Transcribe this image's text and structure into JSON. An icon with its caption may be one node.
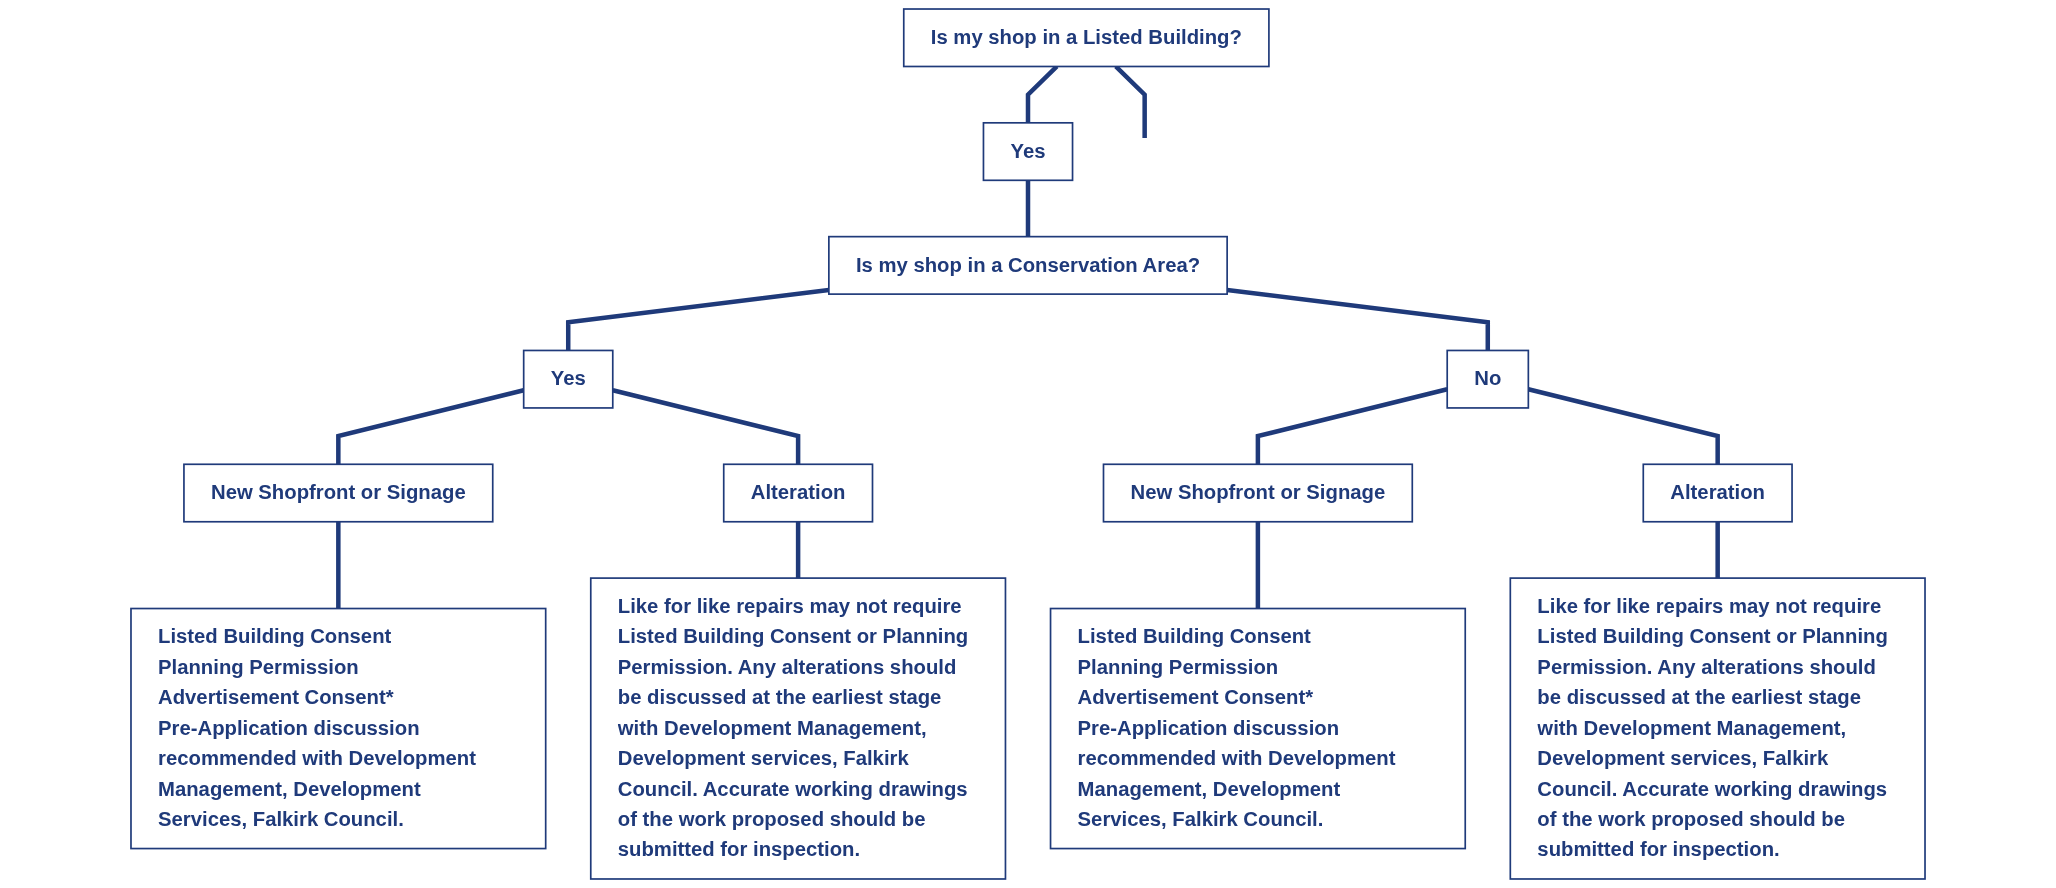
{
  "diagram": {
    "nodes": [
      {
        "text": [
          "Is my shop in a Listed Building?"
        ]
      },
      {
        "text": [
          "Is my shop in a Conservation Area?"
        ]
      },
      {
        "text": [
          "Yes"
        ]
      },
      {
        "text": [
          "Yes"
        ]
      },
      {
        "text": [
          "No"
        ]
      },
      {
        "text": [
          "New Shopfront or Signage"
        ]
      },
      {
        "text": [
          "Alteration"
        ]
      },
      {
        "text": [
          "New Shopfront or Signage"
        ]
      },
      {
        "text": [
          "Alteration"
        ]
      },
      {
        "text": [
          "Listed Building Consent",
          "Planning Permission",
          "Advertisement Consent*",
          "Pre-Application discussion recommended with Development Management, Development Services, Falkirk Council."
        ]
      },
      {
        "text": [
          "Like for like repairs may not require Listed Building Consent or Planning Permission. Any alterations should be discussed at the earliest stage with Development Management, Development services, Falkirk Council. Accurate working drawings of the work proposed should be submitted for inspection."
        ]
      },
      {
        "text": [
          "Listed Building Consent",
          "Planning Permission",
          "Advertisement Consent*",
          "Pre-Application discussion recommended with Development Management, Development Services, Falkirk Council."
        ]
      },
      {
        "text": [
          "Like for like repairs may not require Listed Building Consent or Planning Permission. Any alterations should be discussed at the earliest stage with Development Management, Development services, Falkirk Council. Accurate working drawings of the work proposed should be submitted for inspection."
        ]
      }
    ],
    "edges": [
      {
        "from": 0,
        "to": 2,
        "arrow": "none"
      },
      {
        "from": 0,
        "to": null,
        "arrow": "none"
      },
      {
        "from": 2,
        "to": 1,
        "arrow": "none"
      },
      {
        "from": 1,
        "to": 3,
        "arrow": "none"
      },
      {
        "from": 1,
        "to": 4,
        "arrow": "none"
      },
      {
        "from": 3,
        "to": 5,
        "arrow": "none"
      },
      {
        "from": 3,
        "to": 6,
        "arrow": "none"
      },
      {
        "from": 4,
        "to": 7,
        "arrow": "none"
      },
      {
        "from": 4,
        "to": 8,
        "arrow": "none"
      },
      {
        "from": 5,
        "to": 9,
        "arrow": "none"
      },
      {
        "from": 6,
        "to": 10,
        "arrow": "none"
      },
      {
        "from": 7,
        "to": 11,
        "arrow": "none"
      },
      {
        "from": 8,
        "to": 12,
        "arrow": "none"
      }
    ]
  }
}
